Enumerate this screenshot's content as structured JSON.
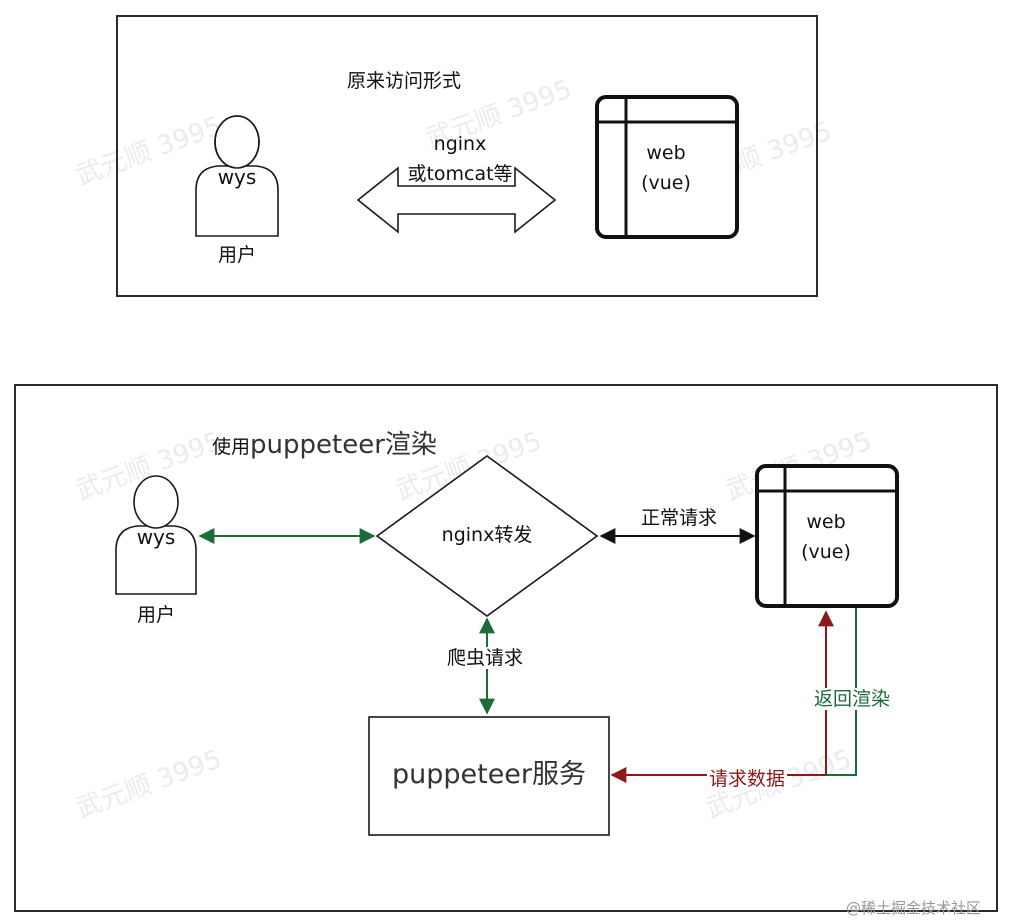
{
  "top_panel": {
    "title": "原来访问形式",
    "user": {
      "name": "wys",
      "caption": "用户"
    },
    "arrow_label_line1": "nginx",
    "arrow_label_line2": "或tomcat等",
    "web": {
      "line1": "web",
      "line2": "(vue)"
    }
  },
  "bottom_panel": {
    "title_prefix": "使用",
    "title_main": "puppeteer渲染",
    "user": {
      "name": "wys",
      "caption": "用户"
    },
    "nginx_node": "nginx转发",
    "web": {
      "line1": "web",
      "line2": "(vue)"
    },
    "puppeteer_node": "puppeteer服务",
    "edge_normal": "正常请求",
    "edge_crawler": "爬虫请求",
    "edge_return_render": "返回渲染",
    "edge_request_data": "请求数据"
  },
  "watermark": {
    "text": "武元顺 3995"
  },
  "footer": {
    "credit": "@稀土掘金技术社区"
  },
  "colors": {
    "green": "#1e6b3a",
    "red": "#8b1a1a",
    "dark": "#111111"
  }
}
